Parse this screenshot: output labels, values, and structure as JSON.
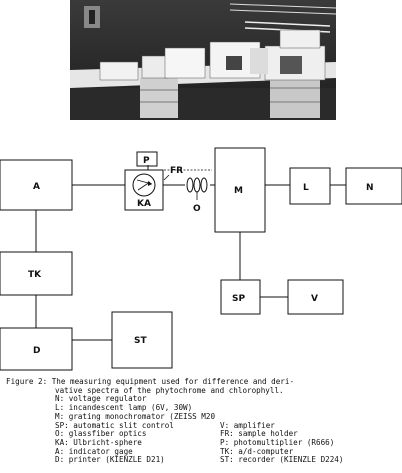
{
  "diagram": {
    "blocks": {
      "A": "A",
      "P": "P",
      "KA": "KA",
      "FR": "FR",
      "O": "O",
      "M": "M",
      "L": "L",
      "N": "N",
      "SP": "SP",
      "V": "V",
      "TK": "TK",
      "D": "D",
      "ST": "ST"
    }
  },
  "caption": {
    "lead": "Figure 2: The measuring equipment used for difference and deri-",
    "cont": "vative spectra of the phytochrome and chlorophyll.",
    "legend": [
      [
        "N: voltage regulator",
        ""
      ],
      [
        "L: incandescent lamp (6V, 30W)",
        ""
      ],
      [
        "M: grating monochromator (ZEISS M20)",
        ""
      ],
      [
        "SP: automatic slit control",
        "V: amplifier"
      ],
      [
        "O: glassfiber optics",
        "FR: sample holder"
      ],
      [
        "KA: Ulbricht-sphere",
        "P: photomultiplier (R666)"
      ],
      [
        "A: indicator gage",
        "TK: a/d-computer"
      ],
      [
        "D: printer (KIENZLE D21)",
        "ST: recorder (KIENZLE D224)"
      ]
    ]
  }
}
